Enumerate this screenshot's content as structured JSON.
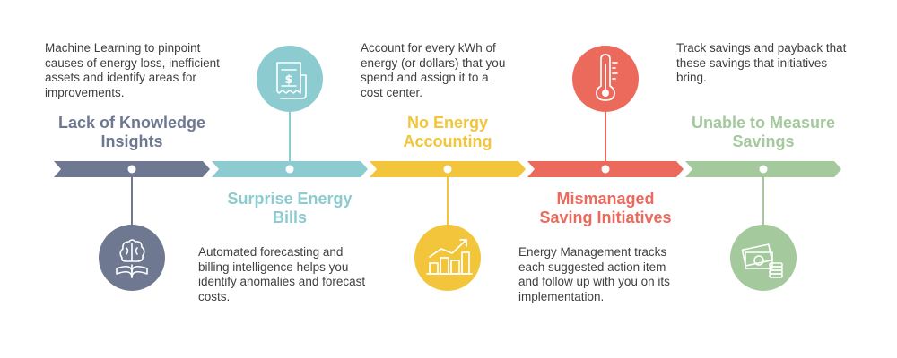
{
  "colors": {
    "slate": "#6e7891",
    "teal": "#8ccbd0",
    "yellow": "#f2c53a",
    "red": "#ec6a5c",
    "green": "#a3c99d",
    "text": "#3f3f3f"
  },
  "steps": [
    {
      "title": "Lack of Knowledge\nInsights",
      "description": "Machine Learning to pinpoint\ncauses of energy loss, inefficient\nassets  and identify areas  for\nimprovements.",
      "icon": "brain-book-icon"
    },
    {
      "title": "Surprise Energy\nBills",
      "description": "Automated forecasting and\nbilling intelligence helps you\nidentify anomalies and forecast\ncosts.",
      "icon": "invoice-bill-icon"
    },
    {
      "title": "No Energy\nAccounting",
      "description": "Account for every kWh of\nenergy (or dollars) that you\nspend and assign it to a\ncost center.",
      "icon": "growth-chart-icon"
    },
    {
      "title": "Mismanaged\nSaving Initiatives",
      "description": "Energy Management tracks\neach suggested action item\nand follow up with you on its\nimplementation.",
      "icon": "thermometer-icon"
    },
    {
      "title": "Unable to Measure\nSavings",
      "description": "Track savings and payback that\nthese savings that initiatives\nbring.",
      "icon": "cash-coins-icon"
    }
  ]
}
